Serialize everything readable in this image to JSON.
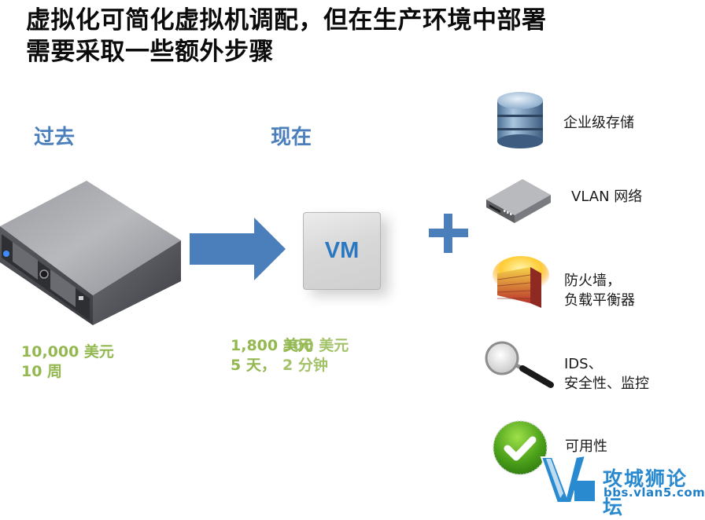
{
  "slide": {
    "title_line1": "虚拟化可简化虚拟机调配，但在生产环境中部署",
    "title_line2": "需要采取一些额外步骤"
  },
  "past": {
    "heading": "过去",
    "icon": "server-icon",
    "cost": "10,000 美元",
    "time": "10 周"
  },
  "transition": {
    "icon": "right-arrow-icon"
  },
  "now": {
    "heading": "现在",
    "vm_label": "VM",
    "cost_layer_a": "1,800 美元",
    "cost_layer_b": "300 美元",
    "time_layer_a": "5 天，",
    "time_layer_b": "2 分钟",
    "cost_display": "1,800 美元/300 美元 (overlapping)",
    "time_display": "5 天，2 分钟 (overlapping)"
  },
  "plus": {
    "icon": "plus-icon"
  },
  "requirements": [
    {
      "icon": "database-storage-icon",
      "label_line1": "企业级存储",
      "label_line2": ""
    },
    {
      "icon": "network-switch-icon",
      "label_line1": "VLAN 网络",
      "label_line2": ""
    },
    {
      "icon": "firewall-icon",
      "label_line1": "防火墙，",
      "label_line2": "负载平衡器"
    },
    {
      "icon": "magnifier-icon",
      "label_line1": "IDS、",
      "label_line2": "安全性、监控"
    },
    {
      "icon": "checkmark-icon",
      "label_line1": "可用性",
      "label_line2": ""
    }
  ],
  "watermark": {
    "logo_mark": "V5",
    "name": "攻城狮论坛",
    "url": "bbs.vlan5.com"
  },
  "colors": {
    "accent_blue": "#4a7fbc",
    "metric_green": "#93b850",
    "title_black": "#0b0b0b",
    "vm_text_blue": "#2a78c0"
  }
}
